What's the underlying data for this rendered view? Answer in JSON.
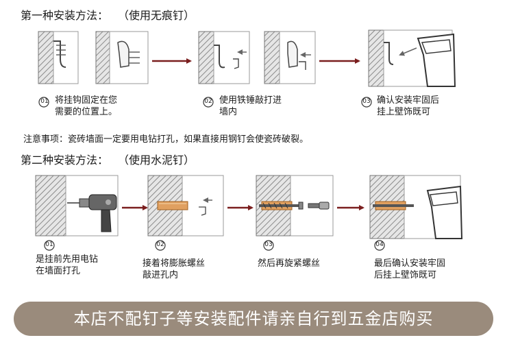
{
  "method1": {
    "title": "第一种安装方法：",
    "subtitle": "（使用无痕钉）",
    "steps": [
      {
        "num": "01",
        "line1": "将挂钩固定在您",
        "line2": "需要的位置上。"
      },
      {
        "num": "02",
        "line1": "使用铁锤敲打进",
        "line2": "墙内"
      },
      {
        "num": "03",
        "line1": "确认安装牢固后",
        "line2": "挂上壁饰既可"
      }
    ]
  },
  "note": "注意事项：瓷砖墙面一定要用电钻打孔，如果直接用钢钉会使瓷砖破裂。",
  "method2": {
    "title": "第二种安装方法：",
    "subtitle": "（使用水泥钉）",
    "steps": [
      {
        "num": "01",
        "line1": "是挂前先用电钻",
        "line2": "在墙面打孔"
      },
      {
        "num": "02",
        "line1": "接着将膨胀螺丝",
        "line2": "敲进孔内"
      },
      {
        "num": "03",
        "line1": "然后再旋紧螺丝",
        "line2": ""
      },
      {
        "num": "04",
        "line1": "最后确认安装牢固",
        "line2": "后挂上壁饰既可"
      }
    ]
  },
  "banner": "本店不配钉子等安装配件请亲自行到五金店购买",
  "colors": {
    "arrow": "#7a1e1e",
    "banner_bg": "#9a8b7c",
    "banner_text": "#ffffff",
    "hatch": "#8a8a8a",
    "anchor": "#e0a060"
  }
}
